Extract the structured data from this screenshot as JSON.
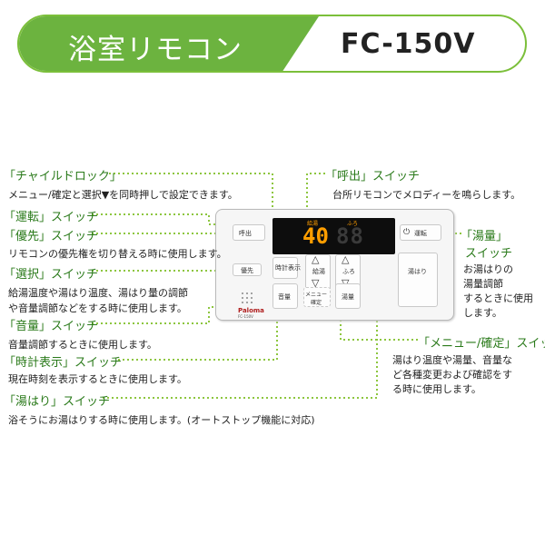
{
  "header": {
    "title": "浴室リモコン",
    "model": "FC-150V"
  },
  "callouts": {
    "child_lock": {
      "title": "「チャイルドロック」",
      "desc": "メニュー/確定と選択▼を同時押しで設定できます。"
    },
    "call": {
      "title": "「呼出」スイッチ",
      "desc": "台所リモコンでメロディーを鳴らします。"
    },
    "operation": {
      "title": "「運転」スイッチ"
    },
    "priority": {
      "title": "「優先」スイッチ",
      "desc": "リモコンの優先権を切り替える時に使用します。"
    },
    "select": {
      "title": "「選択」スイッチ",
      "desc1": "給湯温度や湯はり温度、湯はり量の調節",
      "desc2": "や音量調節などをする時に使用します。"
    },
    "volume": {
      "title": "「音量」スイッチ",
      "desc": "音量調節するときに使用します。"
    },
    "clock": {
      "title": "「時計表示」スイッチ",
      "desc": "現在時刻を表示するときに使用します。"
    },
    "filling": {
      "title": "「湯はり」スイッチ",
      "desc": "浴そうにお湯はりする時に使用します。(オートストップ機能に対応)"
    },
    "hot_amount": {
      "title1": "「湯量」",
      "title2": "スイッチ",
      "desc": [
        "お湯はりの",
        "湯量調節",
        "するときに使用",
        "します。"
      ]
    },
    "menu_confirm": {
      "title": "「メニュー/確定」スイッチ",
      "desc": [
        "湯はり温度や湯量、音量な",
        "ど各種変更および確認をす",
        "る時に使用します。"
      ]
    }
  },
  "remote": {
    "temp": "40",
    "temp_dim": "88",
    "lcd_label_left": "給湯",
    "lcd_label_right": "ふろ",
    "btn_call": "呼出",
    "btn_run": "運転",
    "btn_priority": "優先",
    "btn_clock": "時計表示",
    "btn_hot_temp": "給湯",
    "btn_bath_temp": "ふろ",
    "btn_volume": "音量",
    "btn_menu": "メニュー",
    "btn_confirm": "確定",
    "btn_amount": "湯量",
    "btn_fill": "湯はり",
    "brand": "Paloma",
    "model_small": "FC-150V",
    "arrow_up": "△",
    "arrow_down": "▽"
  },
  "colors": {
    "accent": "#6cb33f",
    "callout_text": "#2a7a1a",
    "lcd_digit": "#ff9e00"
  }
}
